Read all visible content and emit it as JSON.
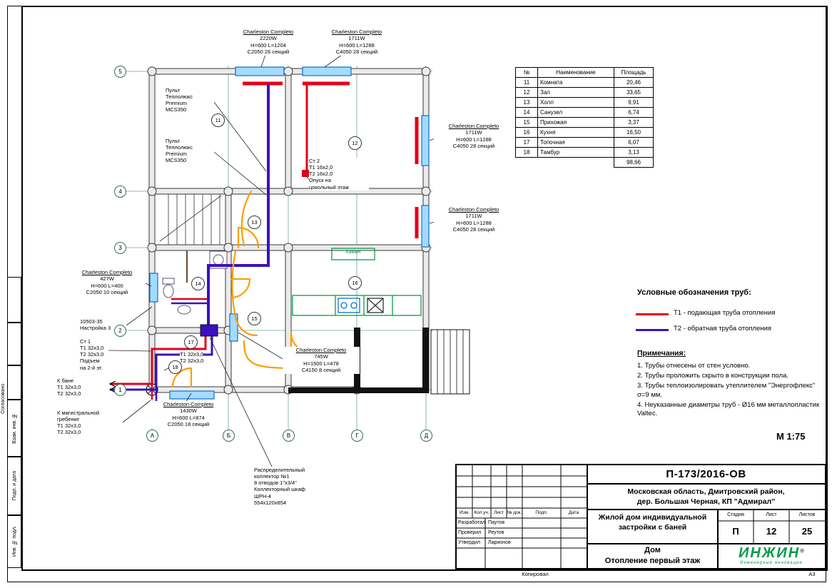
{
  "drawing": {
    "scale_label": "М 1:75",
    "kamin_label": "Камин"
  },
  "axes": {
    "letters": [
      "А",
      "Б",
      "В",
      "Г",
      "Д"
    ],
    "numbers": [
      "1",
      "2",
      "3",
      "4",
      "5"
    ]
  },
  "plan_room_numbers": [
    "11",
    "12",
    "13",
    "14",
    "15",
    "16",
    "17",
    "18"
  ],
  "radiator_labels": [
    {
      "name": "Charleston Completo",
      "spec": "2220W\nH=600 L=1204\nC2050 26 секций"
    },
    {
      "name": "Charleston Completo",
      "spec": "1711W\nH=600 L=1288\nC4050 28 секций"
    },
    {
      "name": "Charleston Completo",
      "spec": "1711W\nH=600 L=1288\nC4050 28 секций"
    },
    {
      "name": "Charleston Completo",
      "spec": "1711W\nH=600 L=1288\nC4050 28 секций"
    },
    {
      "name": "Charleston Completo",
      "spec": "427W\nH=600 L=400\nC2050 10 секций"
    },
    {
      "name": "Charleston Completo",
      "spec": "745W\nH=1500 L=478\nC4150 8 секций"
    },
    {
      "name": "Charleston Completo",
      "spec": "1430W\nH=600 L=874\nC2050 18 секций"
    }
  ],
  "annotations": {
    "pult1": "Пульт\nТеплолюкс\nPremium\nMCS350",
    "pult2": "Пульт\nТеплолюкс\nPremium\nMCS350",
    "st2": "Ст 2\nТ1 16х2,0\nТ2 16х2,0\nОпуск на\nцокольный этаж",
    "st1": "Ст 1\nТ1 32х3,0\nТ2 32х3,0\nПодъем\nна 2-й эт.",
    "nastroika": "10503-35\nНастройка 3",
    "t1t2": "Т1 32х3,0\nТ2 32х3,0",
    "k_bane": "К бане\nТ1 32х3,0\nТ2 32х3,0",
    "k_magistrali": "К магистральной\nгребенке\nТ1 32х3,0\nТ2 32х3,0",
    "collector": "Распределительный\nколлектор №1\n8 отводов 1\"х3/4\"\nКоллекторный шкаф\nШРН-4\n554х120х854"
  },
  "room_table": {
    "headers": [
      "№",
      "Наименование",
      "Площадь"
    ],
    "rows": [
      [
        "11",
        "Комната",
        "20,46"
      ],
      [
        "12",
        "Зал",
        "33,65"
      ],
      [
        "13",
        "Холл",
        "9,91"
      ],
      [
        "14",
        "Санузел",
        "6,74"
      ],
      [
        "15",
        "Прихожая",
        "3,37"
      ],
      [
        "16",
        "Кухня",
        "16,50"
      ],
      [
        "17",
        "Топочная",
        "6,07"
      ],
      [
        "18",
        "Тамбур",
        "3,13"
      ]
    ],
    "total": "98,66"
  },
  "legend": {
    "title": "Условные обозначения труб:",
    "items": [
      {
        "label": "Т1 - подающая труба отопления",
        "color": "#e30016"
      },
      {
        "label": "Т2 - обратная труба отопления",
        "color": "#3a10c0"
      }
    ]
  },
  "notes": {
    "title": "Примечания:",
    "items": [
      "1. Трубы отнесены от стен условно.",
      "2. Трубы проложить скрыто в конструкции пола.",
      "3. Трубы теплоизолировать утеплителем \"Энергофлекс\" σ=9 мм.",
      "4. Неуказанные диаметры труб - Ø16 мм металлопластик Valtec."
    ]
  },
  "title_block": {
    "doc_number": "П-173/2016-ОВ",
    "address": "Московская область, Дмитровский район,\nдер. Большая Черная, КП \"Адмирал\"",
    "object": "Жилой дом индивидуальной\nзастройки с баней",
    "sheet_name": "Дом\nОтопление первый этаж",
    "stage_headers": [
      "Стадия",
      "Лист",
      "Листов"
    ],
    "stage": "П",
    "sheet": "12",
    "sheets": "25",
    "header_cols": [
      "Изм.",
      "Кол.уч.",
      "Лист",
      "№ док.",
      "Подп.",
      "Дата"
    ],
    "signature_rows": [
      {
        "role": "Разработал",
        "name": "Паутов"
      },
      {
        "role": "Проверил",
        "name": "Реутов"
      },
      {
        "role": "Утвердил",
        "name": "Ларионов"
      }
    ],
    "logo_text": "ИНЖИН",
    "logo_reg": "®",
    "logo_sub": "Инженерные инновации",
    "kopiroval": "Копировал",
    "format": "А3"
  },
  "side_labels": {
    "soglasovano": "Согласовано",
    "vzam": "Взам. инв. №",
    "podp_data": "Подп. и дата",
    "inv_podl": "Инв. № подл."
  }
}
